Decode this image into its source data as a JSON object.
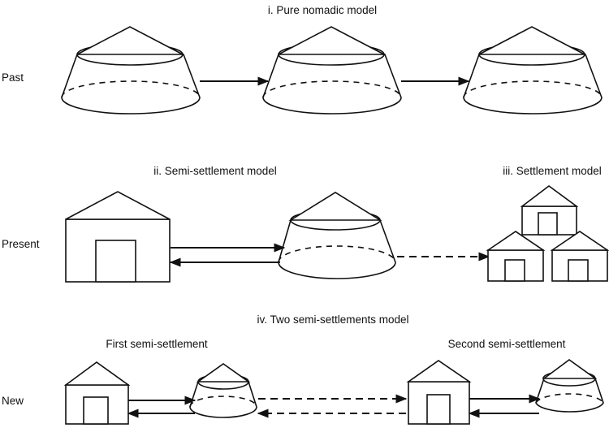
{
  "titles": {
    "pure_nomadic": "i. Pure nomadic model",
    "semi_settlement": "ii. Semi-settlement model",
    "settlement": "iii. Settlement model",
    "two_semi": "iv. Two semi-settlements model"
  },
  "rows": {
    "past": "Past",
    "present": "Present",
    "new": "New"
  },
  "sublabels": {
    "first_semi": "First semi-settlement",
    "second_semi": "Second semi-settlement"
  }
}
